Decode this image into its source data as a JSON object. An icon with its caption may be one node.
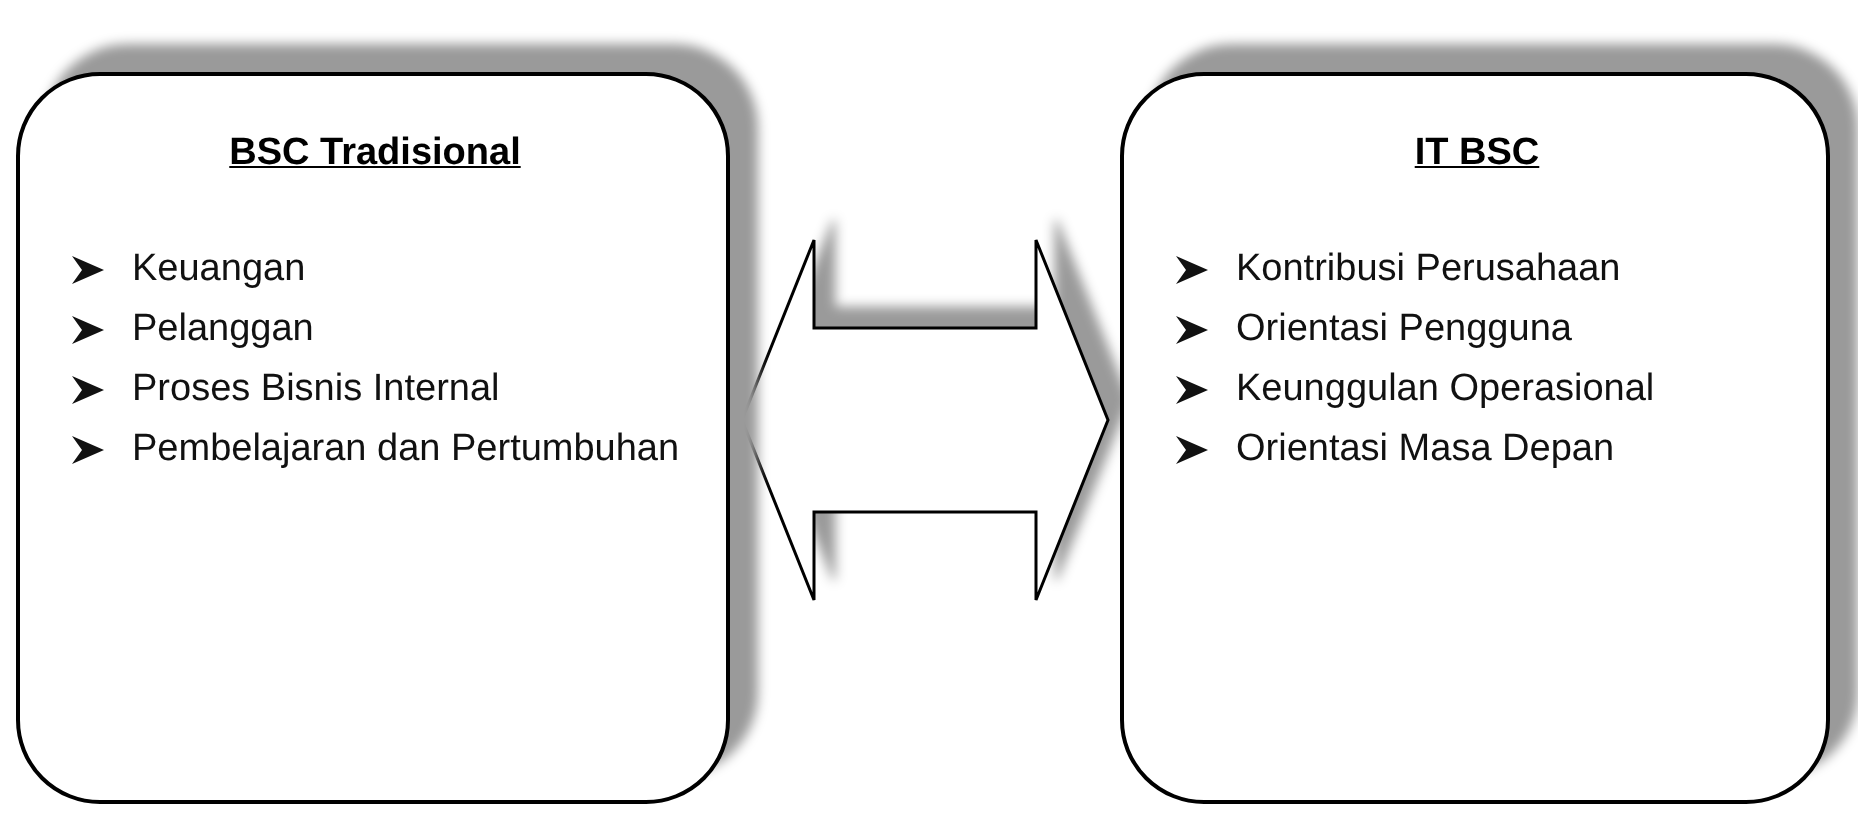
{
  "diagram": {
    "nodes": [
      {
        "text": [
          "BSC Tradisional",
          "Keuangan",
          "Pelanggan",
          "Proses Bisnis Internal",
          "Pembelajaran dan Pertumbuhan"
        ]
      },
      {
        "text": [
          "IT BSC",
          "Kontribusi Perusahaan",
          "Orientasi Pengguna",
          "Keunggulan Operasional",
          "Orientasi Masa Depan"
        ]
      }
    ],
    "edges": [
      {
        "from": 0,
        "to": 1,
        "arrow": "both"
      }
    ]
  }
}
